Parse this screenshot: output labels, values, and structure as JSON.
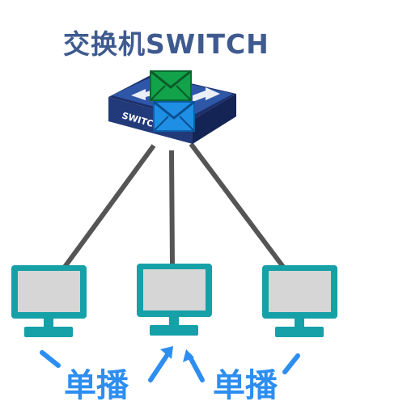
{
  "title": "交换机SWITCH",
  "switch_label": "SWITCH",
  "labels": {
    "left": "单播",
    "right": "单播"
  },
  "colors": {
    "title": "#3e5a8f",
    "label": "#2d8ef0",
    "switch_top": "#2f57a8",
    "switch_side": "#1c2f6b",
    "cable": "#555555",
    "monitor_frame": "#16a0a8",
    "monitor_screen": "#d6d6d6",
    "envelope_green": "#12a24a",
    "envelope_blue": "#1f8fe6"
  },
  "icons": [
    "switch-icon",
    "envelope-green-icon",
    "envelope-blue-icon",
    "monitor-icon",
    "arrow-icon"
  ]
}
